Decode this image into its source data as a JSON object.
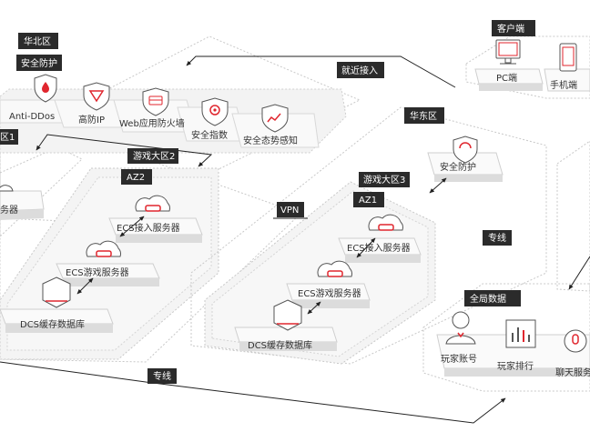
{
  "regions": {
    "north": {
      "tag": "华北区",
      "security_group": {
        "tag": "安全防护",
        "items": [
          "Anti-DDos",
          "高防IP",
          "Web应用防火墙",
          "安全指数",
          "安全态势感知"
        ]
      },
      "zone1": {
        "tag": "区1",
        "server_label": "务器"
      },
      "zone2": {
        "tag": "游戏大区2",
        "az": "AZ2",
        "nodes": [
          "ECS接入服务器",
          "ECS游戏服务器",
          "DCS缓存数据库"
        ]
      }
    },
    "east": {
      "tag": "华东区",
      "security_label": "安全防护",
      "zone3": {
        "tag": "游戏大区3",
        "az": "AZ1",
        "nodes": [
          "ECS接入服务器",
          "ECS游戏服务器",
          "DCS缓存数据库"
        ]
      }
    }
  },
  "client": {
    "tag": "客户端",
    "items": [
      "PC端",
      "手机端"
    ]
  },
  "global_data": {
    "tag": "全局数据",
    "items": [
      "玩家账号",
      "玩家排行",
      "聊天服务"
    ]
  },
  "connections": {
    "nearby_access": "就近接入",
    "vpn": "VPN",
    "dedicated_line_1": "专线",
    "dedicated_line_2": "专线"
  },
  "colors": {
    "accent": "#e0262e",
    "tag_bg": "#2b2b2b",
    "box_top": "#fafafa",
    "box_side": "#dcdcdc",
    "dotted": "#bdbdbd"
  }
}
